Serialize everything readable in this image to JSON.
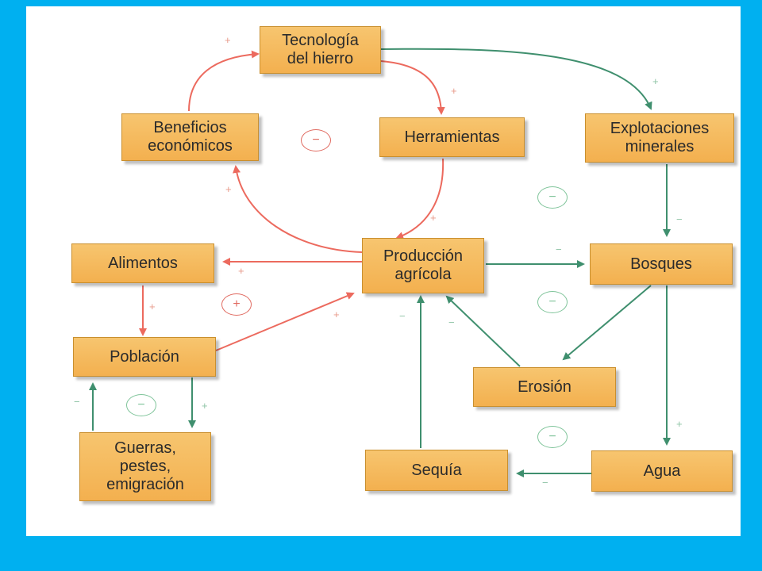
{
  "colors": {
    "frame": "#00b0f0",
    "node_fill": "#f5b85e",
    "positive_arrow": "#ec6a5e",
    "negative_arrow": "#3f8f6e"
  },
  "nodes": {
    "tecnologia": "Tecnología\ndel hierro",
    "beneficios": "Beneficios\neconómicos",
    "herramientas": "Herramientas",
    "explotaciones": "Explotaciones\nminerales",
    "alimentos": "Alimentos",
    "produccion": "Producción\nagrícola",
    "bosques": "Bosques",
    "poblacion": "Población",
    "erosion": "Erosión",
    "guerras": "Guerras,\npestes,\nemigración",
    "sequia": "Sequía",
    "agua": "Agua"
  },
  "arrow_signs": {
    "plus": "+",
    "minus": "−"
  },
  "loops": {
    "loop_tech": "−",
    "loop_mining": "−",
    "loop_population": "+",
    "loop_forest": "−",
    "loop_war": "−",
    "loop_water": "−"
  }
}
